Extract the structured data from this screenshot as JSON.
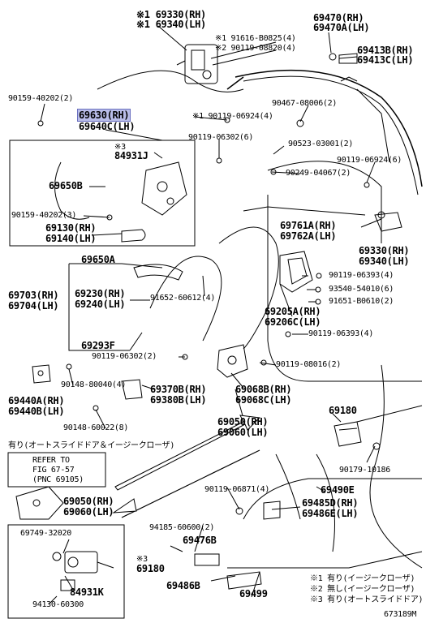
{
  "labels": {
    "p69330_rh_top": "※1 69330(RH)",
    "p69340_lh_top": "※1 69340(LH)",
    "p69470_rh": "69470(RH)",
    "p69470a_lh": "69470A(LH)",
    "p91616": "※1 91616-B0825(4)",
    "p90119_08820": "※2 90119-08820(4)",
    "p69413b_rh": "69413B(RH)",
    "p69413c_lh": "69413C(LH)",
    "p90159_40202_top": "90159-40202(2)",
    "p69630_rh": "69630(RH)",
    "p69640c_lh": "69640C(LH)",
    "p90119_06924_mid": "※1 90119-06924(4)",
    "p90467": "90467-08006(2)",
    "p84931j_mark": "※3",
    "p84931j": "84931J",
    "p90119_06302_6": "90119-06302(6)",
    "p90523": "90523-03001(2)",
    "p90119_06924_r": "90119-06924(6)",
    "p90249": "90249-04067(2)",
    "p69650b": "69650B",
    "p90159_40202_mid": "90159-40202(3)",
    "p69130_rh": "69130(RH)",
    "p69140_lh": "69140(LH)",
    "p69761a_rh": "69761A(RH)",
    "p69762a_lh": "69762A(LH)",
    "p69330_rh_r": "69330(RH)",
    "p69340_lh_r": "69340(LH)",
    "p69650a": "69650A",
    "p90119_06393_4a": "90119-06393(4)",
    "p93540": "93540-54010(6)",
    "p69703_rh": "69703(RH)",
    "p69704_lh": "69704(LH)",
    "p69230_rh": "69230(RH)",
    "p69240_lh": "69240(LH)",
    "p91652": "91652-60612(4)",
    "p91651": "91651-B0610(2)",
    "p69205a_rh": "69205A(RH)",
    "p69206c_lh": "69206C(LH)",
    "p90119_06393_4b": "90119-06393(4)",
    "p69293f": "69293F",
    "p90119_06302_2": "90119-06302(2)",
    "p90119_08016": "90119-08016(2)",
    "p90148_80040": "90148-80040(4)",
    "p69440a_rh": "69440A(RH)",
    "p69440b_lh": "69440B(LH)",
    "p69370b_rh": "69370B(RH)",
    "p69380b_lh": "69380B(LH)",
    "p69068b_rh": "69068B(RH)",
    "p69068c_lh": "69068C(LH)",
    "p90148_60022": "90148-60022(8)",
    "p69050_rh": "69050(RH)",
    "p69060_lh": "69060(LH)",
    "p69180_top": "69180",
    "note_oddshape": "有り(オートスライドドア＆イージークローザ)",
    "refer_to": "REFER TO",
    "fig": "FIG 67-57",
    "pnc": "(PNC 69105)",
    "p90179": "90179-10186",
    "p69050_rh_b": "69050(RH)",
    "p69060_lh_b": "69060(LH)",
    "p90119_06871": "90119-06871(4)",
    "p69490e": "69490E",
    "p69485d_rh": "69485D(RH)",
    "p69486e_lh": "69486E(LH)",
    "p69749": "69749-32020",
    "p94185": "94185-60600(2)",
    "p69476b": "69476B",
    "p69180_b_mark": "※3",
    "p69180_b": "69180",
    "p84931k": "84931K",
    "p94130": "94130-60300",
    "p69486b": "69486B",
    "p69499": "69499",
    "note1": "※1 有り(イージークローザ)",
    "note2": "※2 無し(イージークローザ)",
    "note3": "※3 有り(オートスライドドア)",
    "figcode": "673189M"
  }
}
